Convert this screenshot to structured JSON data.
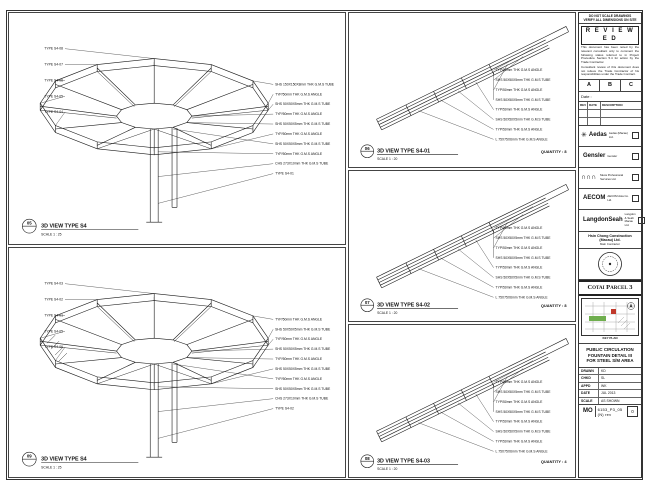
{
  "views": {
    "s4_top": {
      "num": "05",
      "title": "3D VIEW TYPE S4",
      "scale": "SCALE 1 : 25",
      "left_callouts": [
        "TYPE S4-08",
        "TYPE S4-07",
        "TYPE S4-06",
        "TYPE S4-05",
        "TYPE S4-04"
      ],
      "right_callouts": [
        "SHS 150X150X8mm THK G.M.S TUBE",
        "TYP/50mm THK G.M.S ANGLE",
        "SHS 50X50X5mm THK G.M.S TUBE",
        "TYP/50mm THK G.M.S ANGLE",
        "SHS 50X50X5mm THK G.M.S TUBE",
        "TYP/50mm THK G.M.S ANGLE",
        "SHS 50X50X5mm THK G.M.S TUBE",
        "TYP/50mm THK G.M.S ANGLE",
        "CHS 273X10mm THK G.M.S TUBE",
        "TYPE S4-01"
      ]
    },
    "s4_bottom": {
      "num": "09",
      "title": "3D VIEW TYPE S4",
      "scale": "SCALE 1 : 25",
      "left_callouts": [
        "TYPE S4-03",
        "TYPE S4-02",
        "TYPE S4-01",
        "TYPE S4-05",
        "TYPE S4-06"
      ],
      "right_callouts": [
        "TYP/50mm THK G.M.S ANGLE",
        "SHS 50X50X5mm THK G.M.S TUBE",
        "TYP/50mm THK G.M.S ANGLE",
        "SHS 50X50X5mm THK G.M.S TUBE",
        "TYP/50mm THK G.M.S ANGLE",
        "SHS 50X50X5mm THK G.M.S TUBE",
        "TYP/50mm THK G.M.S ANGLE",
        "SHS 50X50X5mm THK G.M.S TUBE",
        "CHS 273X10mm THK G.M.S TUBE",
        "TYPE S4-02"
      ]
    },
    "s4_01": {
      "num": "06",
      "title": "3D VIEW TYPE S4-01",
      "scale": "SCALE 1 : 20",
      "quantity": "QUANTITY : 8",
      "callouts": [
        "TYP/50mm THK G.M.S ANGLE",
        "SHS 50X50X5mm THK G.M.S TUBE",
        "TYP/50mm THK G.M.S ANGLE",
        "SHS 50X50X5mm THK G.M.S TUBE",
        "TYP/50mm THK G.M.S ANGLE",
        "SHS 50X50X5mm THK G.M.S TUBE",
        "TYP/50mm THK G.M.S ANGLE",
        "L 75X75X6mm THK G.M.S ANGLE"
      ]
    },
    "s4_02": {
      "num": "07",
      "title": "3D VIEW TYPE S4-02",
      "scale": "SCALE 1 : 20",
      "quantity": "QUANTITY : 8",
      "callouts": [
        "TYP/50mm THK G.M.S ANGLE",
        "SHS 50X50X5mm THK G.M.S TUBE",
        "TYP/50mm THK G.M.S ANGLE",
        "SHS 50X50X5mm THK G.M.S TUBE",
        "TYP/50mm THK G.M.S ANGLE",
        "SHS 50X50X5mm THK G.M.S TUBE",
        "TYP/50mm THK G.M.S ANGLE",
        "L 75X75X6mm THK G.M.S ANGLE"
      ]
    },
    "s4_03": {
      "num": "08",
      "title": "3D VIEW TYPE S4-03",
      "scale": "SCALE 1 : 20",
      "quantity": "QUANTITY : 4",
      "callouts": [
        "TYP/50mm THK G.M.S ANGLE",
        "SHS 50X50X5mm THK G.M.S TUBE",
        "TYP/50mm THK G.M.S ANGLE",
        "SHS 50X50X5mm THK G.M.S TUBE",
        "TYP/50mm THK G.M.S ANGLE",
        "SHS 50X50X5mm THK G.M.S TUBE",
        "TYP/50mm THK G.M.S ANGLE",
        "L 75X75X6mm THK G.M.S ANGLE"
      ]
    }
  },
  "titleblock": {
    "note1": "DO NOT SCALE DRAWINGS",
    "note2": "VERIFY ALL DIMENSIONS ON SITE",
    "reviewed_title": "R E V I E W E D",
    "reviewed_body": "This document has been noted by the relevant consultant only to comment the following status referred to in Project Procedure Section 5.4 for action by the Trade Contractor.",
    "reviewed_body2": "Consultant review of this document does not relieve the Trade Contractor of his responsibilities under the Trade Contract.",
    "abc": {
      "a": "A",
      "b": "B",
      "c": "C"
    },
    "date_label": "Date :",
    "rev_headers": {
      "rev": "REV",
      "date": "DATE",
      "description": "DESCRIPTION"
    },
    "firms": [
      {
        "mark": "✳",
        "name": "Aedas",
        "desc": "Aedas (Macau) Ltd."
      },
      {
        "mark": "",
        "name": "Gensler",
        "desc": "Gensler"
      },
      {
        "mark": "∩∩∩",
        "name": "",
        "desc": "Meca Professional Services Ltd."
      },
      {
        "mark": "",
        "name": "AECOM",
        "desc": "AECOM Asia Co. Ltd."
      },
      {
        "mark": "",
        "name": "LangdonSeah",
        "desc": "Langdon & Seah Macau Ltd."
      }
    ],
    "contractor_name": "Hsin Chong Construction (Macau) Ltd.",
    "contractor_sub": "Main Contractor",
    "project_name": "Cotai Parcel 3",
    "keyplan_label": "KEY PLAN",
    "title_line1": "PUBLIC CIRCULATION",
    "title_line2": "FOUNTAIN DETAIL III",
    "title_line3": "FOR STEEL S/M AREA",
    "fields": {
      "drawn_label": "DRAWN",
      "drawn": "KD",
      "checked_label": "CHKD",
      "checked": "SL",
      "approved_label": "APPD",
      "approved": "WK",
      "date_label": "DATE",
      "date": "JUL 2013",
      "scale_label": "SCALE",
      "scale": "AS SHOWN"
    },
    "dwg_prefix": "MO",
    "dwg_no": "6153_P3_05 (N) rev",
    "rev_value": "0"
  },
  "colors": {
    "keyplan_green": "#6fae4e",
    "keyplan_red": "#c0392b"
  }
}
